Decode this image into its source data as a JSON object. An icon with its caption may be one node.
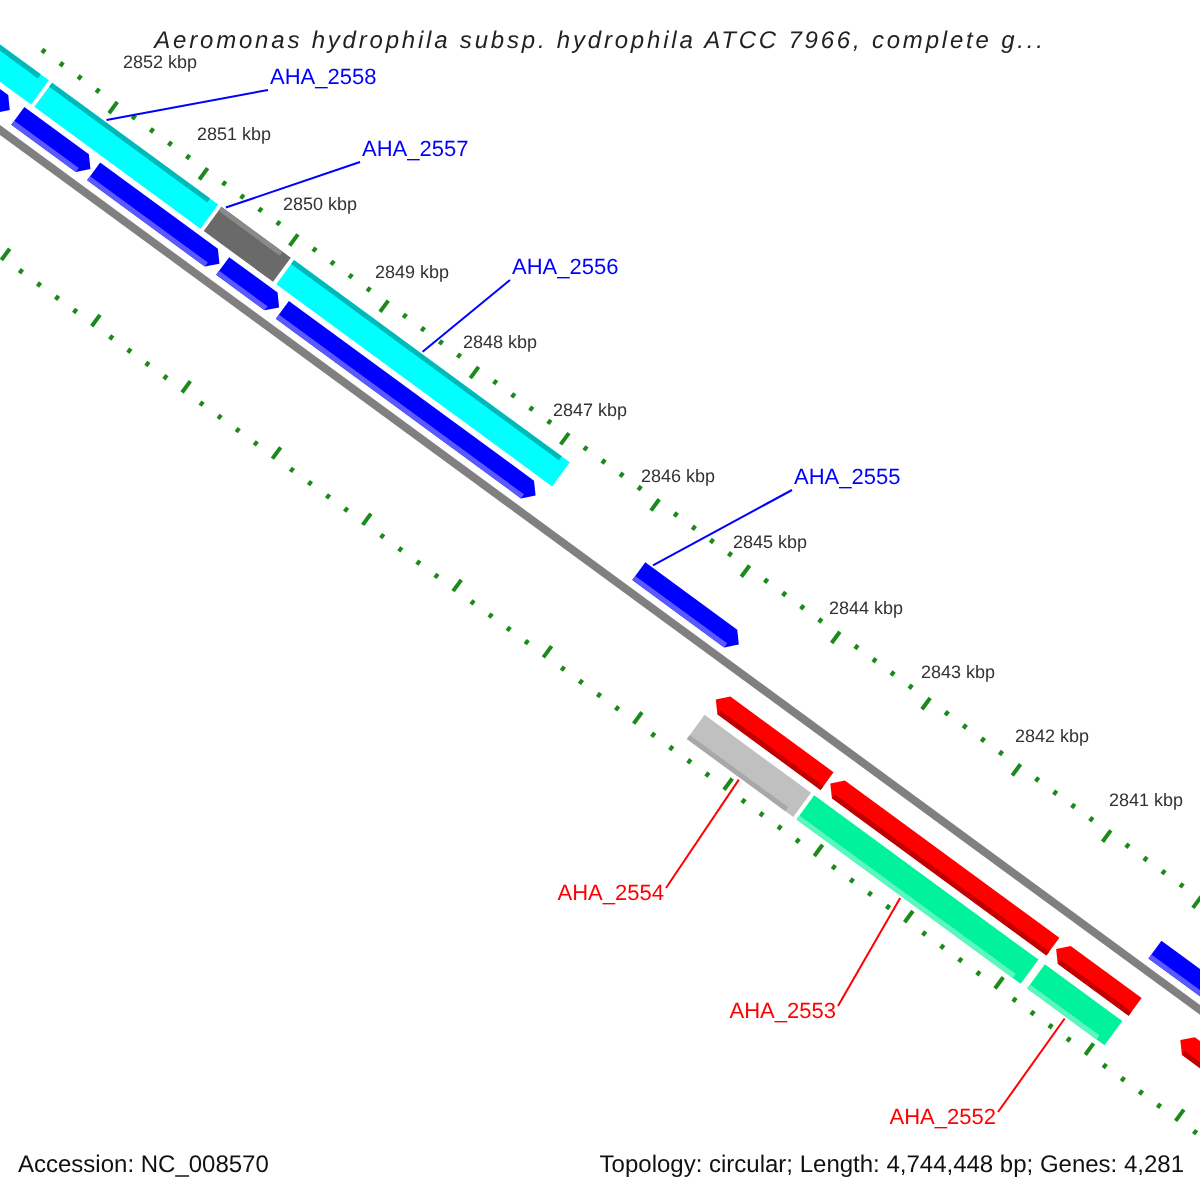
{
  "diagram": {
    "title": "Aeromonas hydrophila subsp. hydrophila ATCC 7966, complete g...",
    "nodes": [
      {
        "text": [
          "AHA_2558"
        ]
      },
      {
        "text": [
          "AHA_2557"
        ]
      },
      {
        "text": [
          "AHA_2556"
        ]
      },
      {
        "text": [
          "AHA_2555"
        ]
      },
      {
        "text": [
          "AHA_2554"
        ]
      },
      {
        "text": [
          "AHA_2553"
        ]
      },
      {
        "text": [
          "AHA_2552"
        ]
      },
      {
        "text": [],
        "shape": "bar"
      },
      {
        "text": [],
        "shape": "bar"
      },
      {
        "text": [],
        "shape": "bar"
      },
      {
        "text": [],
        "shape": "bar"
      },
      {
        "text": [],
        "shape": "bar"
      },
      {
        "text": [],
        "shape": "bar"
      },
      {
        "text": [],
        "shape": "bar"
      }
    ],
    "edges": [
      {
        "from": 0,
        "to": 7,
        "arrow": "none"
      },
      {
        "from": 1,
        "to": 8,
        "arrow": "none"
      },
      {
        "from": 2,
        "to": 9,
        "arrow": "none"
      },
      {
        "from": 3,
        "to": 10,
        "arrow": "none"
      },
      {
        "from": 4,
        "to": 11,
        "arrow": "none",
        "color": "#ff0000"
      },
      {
        "from": 5,
        "to": 12,
        "arrow": "none",
        "color": "#ff0000"
      },
      {
        "from": 6,
        "to": 13,
        "arrow": "none",
        "color": "#ff0000"
      }
    ],
    "labels": [
      "2852 kbp",
      "2851 kbp",
      "2850 kbp",
      "2849 kbp",
      "2848 kbp",
      "2847 kbp",
      "2846 kbp",
      "2845 kbp",
      "2844 kbp",
      "2843 kbp",
      "2842 kbp",
      "2841 kbp",
      "Accession: NC_008570",
      "Topology: circular; Length: 4,744,448 bp; Genes: 4,281"
    ]
  }
}
